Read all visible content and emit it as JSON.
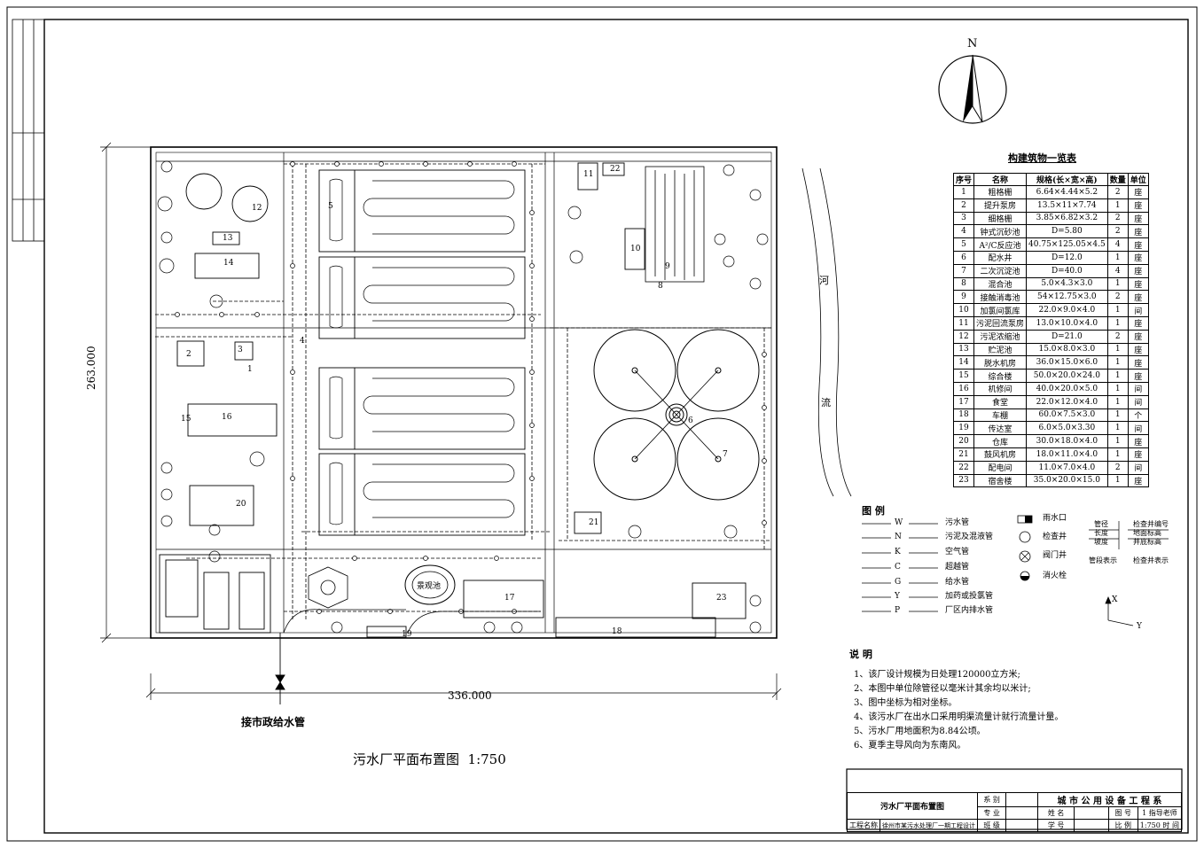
{
  "drawing": {
    "title": "污水厂平面布置图  1:750",
    "north": "N",
    "dim_horizontal": "336.000",
    "dim_vertical": "263.000",
    "inlet_label": "接市政给水管",
    "river_chars": [
      "河",
      "流"
    ],
    "buildings": [
      "1",
      "2",
      "3",
      "4",
      "5",
      "6",
      "7",
      "8",
      "9",
      "10",
      "11",
      "12",
      "13",
      "14",
      "15",
      "16",
      "17",
      "18",
      "19",
      "20",
      "21",
      "22",
      "23"
    ],
    "pond_label": "景观池"
  },
  "structures": {
    "title": "构建筑物一览表",
    "headers": [
      "序号",
      "名称",
      "规格(长×宽×高)",
      "数量",
      "单位"
    ],
    "rows": [
      [
        "1",
        "粗格栅",
        "6.64×4.44×5.2",
        "2",
        "座"
      ],
      [
        "2",
        "提升泵房",
        "13.5×11×7.74",
        "1",
        "座"
      ],
      [
        "3",
        "细格栅",
        "3.85×6.82×3.2",
        "2",
        "座"
      ],
      [
        "4",
        "钟式沉砂池",
        "D=5.80",
        "2",
        "座"
      ],
      [
        "5",
        "A²/C反应池",
        "40.75×125.05×4.5",
        "4",
        "座"
      ],
      [
        "6",
        "配水井",
        "D=12.0",
        "1",
        "座"
      ],
      [
        "7",
        "二次沉淀池",
        "D=40.0",
        "4",
        "座"
      ],
      [
        "8",
        "混合池",
        "5.0×4.3×3.0",
        "1",
        "座"
      ],
      [
        "9",
        "接触消毒池",
        "54×12.75×3.0",
        "2",
        "座"
      ],
      [
        "10",
        "加氯间氯库",
        "22.0×9.0×4.0",
        "1",
        "间"
      ],
      [
        "11",
        "污泥回流泵房",
        "13.0×10.0×4.0",
        "1",
        "座"
      ],
      [
        "12",
        "污泥浓缩池",
        "D=21.0",
        "2",
        "座"
      ],
      [
        "13",
        "贮泥池",
        "15.0×8.0×3.0",
        "1",
        "座"
      ],
      [
        "14",
        "脱水机房",
        "36.0×15.0×6.0",
        "1",
        "座"
      ],
      [
        "15",
        "综合楼",
        "50.0×20.0×24.0",
        "1",
        "座"
      ],
      [
        "16",
        "机修间",
        "40.0×20.0×5.0",
        "1",
        "间"
      ],
      [
        "17",
        "食堂",
        "22.0×12.0×4.0",
        "1",
        "间"
      ],
      [
        "18",
        "车棚",
        "60.0×7.5×3.0",
        "1",
        "个"
      ],
      [
        "19",
        "传达室",
        "6.0×5.0×3.30",
        "1",
        "间"
      ],
      [
        "20",
        "仓库",
        "30.0×18.0×4.0",
        "1",
        "座"
      ],
      [
        "21",
        "鼓风机房",
        "18.0×11.0×4.0",
        "1",
        "座"
      ],
      [
        "22",
        "配电间",
        "11.0×7.0×4.0",
        "2",
        "间"
      ],
      [
        "23",
        "宿舍楼",
        "35.0×20.0×15.0",
        "1",
        "座"
      ]
    ]
  },
  "legend": {
    "title": "图 例",
    "lines": [
      {
        "code": "W",
        "label": "污水管"
      },
      {
        "code": "N",
        "label": "污泥及混液管"
      },
      {
        "code": "K",
        "label": "空气管"
      },
      {
        "code": "C",
        "label": "超越管"
      },
      {
        "code": "G",
        "label": "给水管"
      },
      {
        "code": "Y",
        "label": "加药或投氯管"
      },
      {
        "code": "P",
        "label": "厂区内排水管"
      }
    ],
    "symbols": [
      {
        "label": "雨水口"
      },
      {
        "label": "检查井"
      },
      {
        "label": "阀门井"
      },
      {
        "label": "消火栓"
      }
    ],
    "well_key": {
      "col1": [
        "管径",
        "长度",
        "坡度"
      ],
      "col2": [
        "检查井编号",
        "地面标高",
        "井底标高"
      ],
      "caption1": "管段表示",
      "caption2": "检查井表示"
    },
    "axes": {
      "x": "X",
      "y": "Y"
    }
  },
  "notes": {
    "title": "说 明",
    "items": [
      "1、该厂设计规模为日处理120000立方米;",
      "2、本图中单位除管径以毫米计其余均以米计;",
      "3、图中坐标为相对坐标。",
      "4、该污水厂在出水口采用明渠流量计就行流量计量。",
      "5、污水厂用地面积为8.84公顷。",
      "6、夏季主导风向为东南风。"
    ]
  },
  "title_block": {
    "drawing_name": "污水厂平面布置图",
    "dept": "城 市 公 用 设 备 工 程 系",
    "project_label": "工程名称",
    "project": "徐州市某污水处理厂一期工程设计",
    "row1": [
      "系 别",
      "",
      ""
    ],
    "row2": [
      "专 业",
      "",
      "姓 名",
      "",
      "图 号",
      "1",
      "指导老师",
      ""
    ],
    "row3": [
      "班 级",
      "",
      "学 号",
      "",
      "比 例",
      "1:750",
      "时 间",
      ""
    ]
  }
}
